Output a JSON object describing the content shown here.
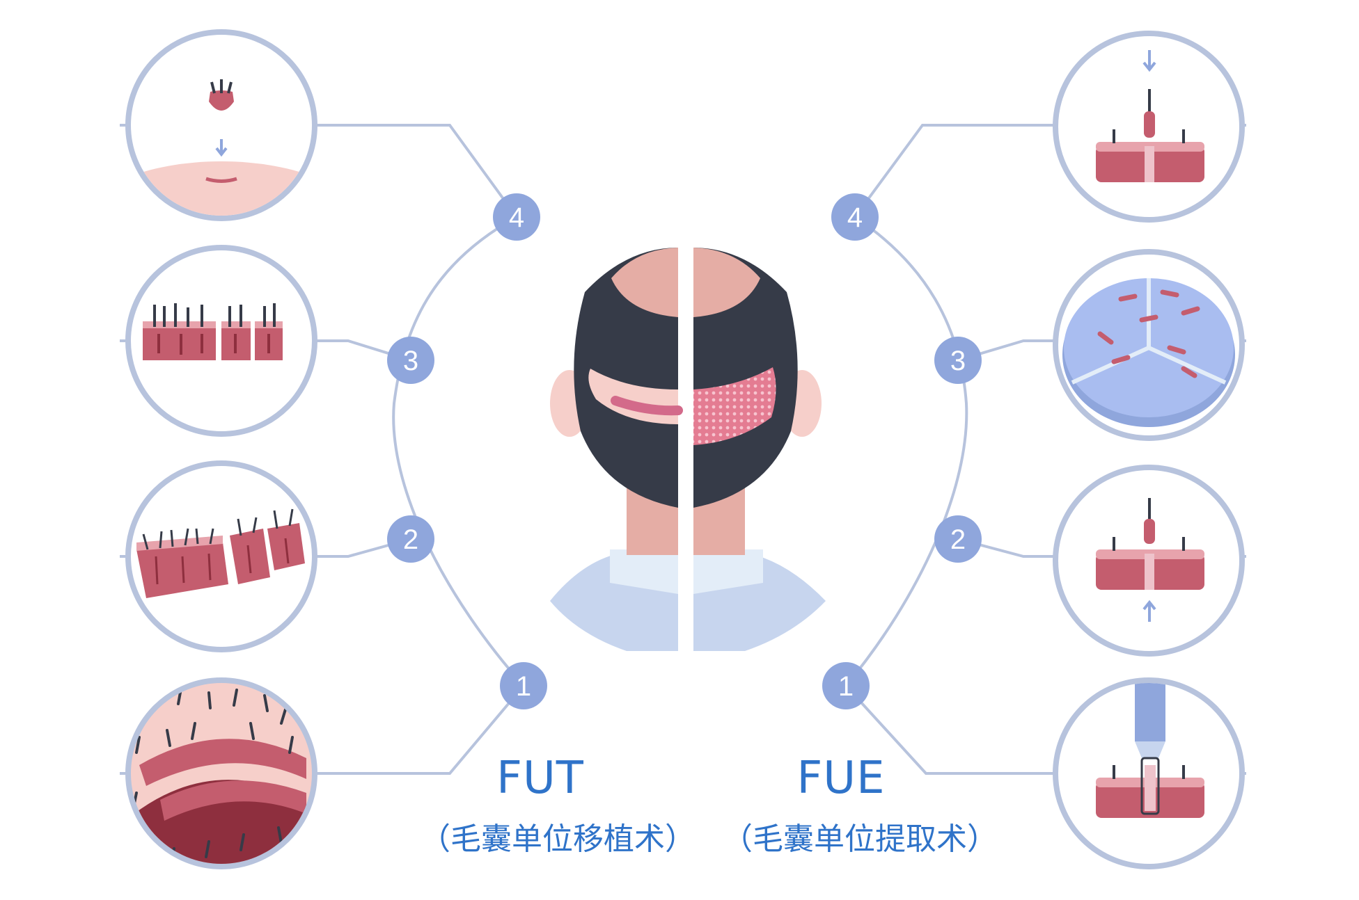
{
  "colors": {
    "line": "#b7c3dd",
    "badge": "#8fa6dc",
    "badge_text": "#ffffff",
    "accent_text": "#2f73c9",
    "hair": "#363b48",
    "skin": "#e5ada5",
    "skin_light": "#f6cfca",
    "tissue": "#c45d6e",
    "tissue_dark": "#8e2f3e",
    "shirt": "#e3edf8",
    "shirt_shadow": "#c7d5ee",
    "dish": "#a9bdf0"
  },
  "fut": {
    "title": "FUT",
    "subtitle": "（毛囊单位移植术）",
    "steps": [
      "4",
      "3",
      "2",
      "1"
    ]
  },
  "fue": {
    "title": "FUE",
    "subtitle": "（毛囊单位提取术）",
    "steps": [
      "4",
      "3",
      "2",
      "1"
    ]
  }
}
